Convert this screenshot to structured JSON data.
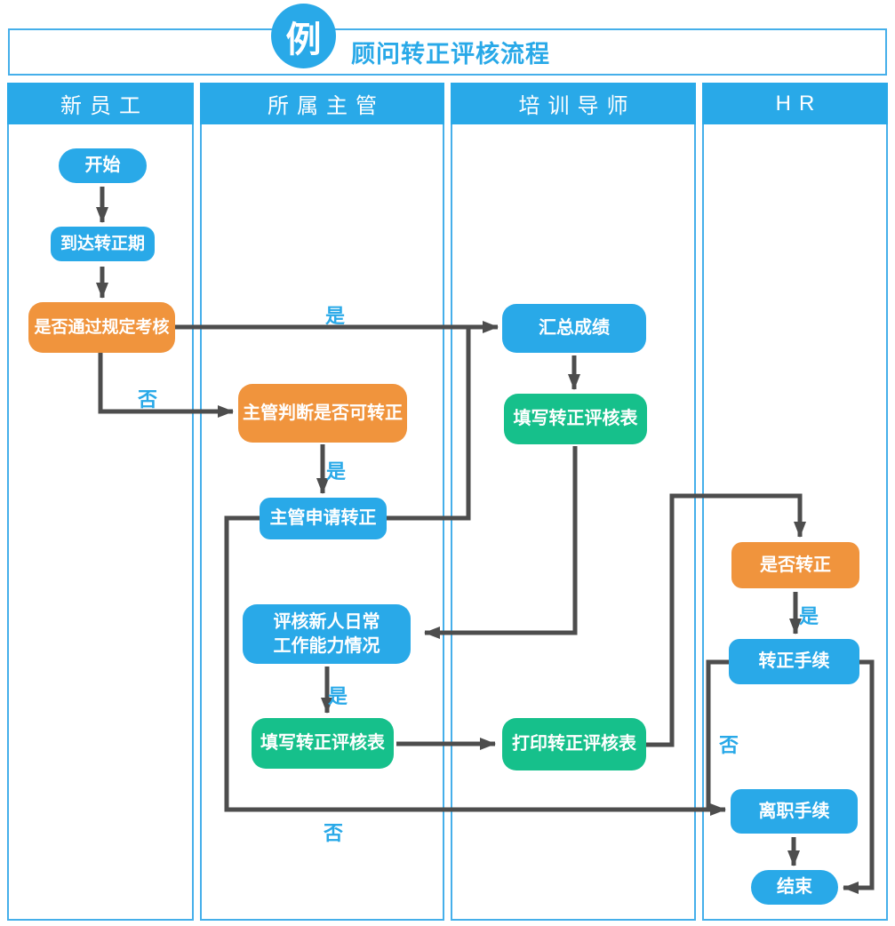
{
  "header": {
    "badge": "例",
    "title": "顾问转正评核流程"
  },
  "lanes": [
    {
      "label": "新员工"
    },
    {
      "label": "所属主管"
    },
    {
      "label": "培训导师"
    },
    {
      "label": "HR"
    }
  ],
  "nodes": {
    "start": {
      "label": "开始",
      "type": "terminal",
      "color": "blue"
    },
    "reach_period": {
      "label": "到达转正期",
      "type": "process",
      "color": "blue"
    },
    "pass_assessment": {
      "label": "是否通过规定考核",
      "type": "decision",
      "color": "orange"
    },
    "supervisor_judge": {
      "label": "主管判断是否可转正",
      "type": "decision",
      "color": "orange"
    },
    "supervisor_apply": {
      "label": "主管申请转正",
      "type": "process",
      "color": "blue"
    },
    "evaluate_daily": {
      "lines": [
        "评核新人日常",
        "工作能力情况"
      ],
      "type": "process",
      "color": "blue"
    },
    "fill_form_supervisor": {
      "label": "填写转正评核表",
      "type": "process",
      "color": "green"
    },
    "summarize_scores": {
      "label": "汇总成绩",
      "type": "process",
      "color": "blue"
    },
    "fill_form_mentor": {
      "label": "填写转正评核表",
      "type": "process",
      "color": "green"
    },
    "print_form": {
      "label": "打印转正评核表",
      "type": "process",
      "color": "green"
    },
    "is_regularized": {
      "label": "是否转正",
      "type": "decision",
      "color": "orange"
    },
    "regular_procedure": {
      "label": "转正手续",
      "type": "process",
      "color": "blue"
    },
    "resign_procedure": {
      "label": "离职手续",
      "type": "process",
      "color": "blue"
    },
    "end": {
      "label": "结束",
      "type": "terminal",
      "color": "blue"
    }
  },
  "edge_labels": {
    "yes": "是",
    "no": "否"
  },
  "colors": {
    "blue": "#29A9E8",
    "orange": "#F0943D",
    "green": "#16C08B",
    "line": "#4D4D4D",
    "lane_border": "#45AFEA",
    "node_text": "#FFFFFF"
  }
}
